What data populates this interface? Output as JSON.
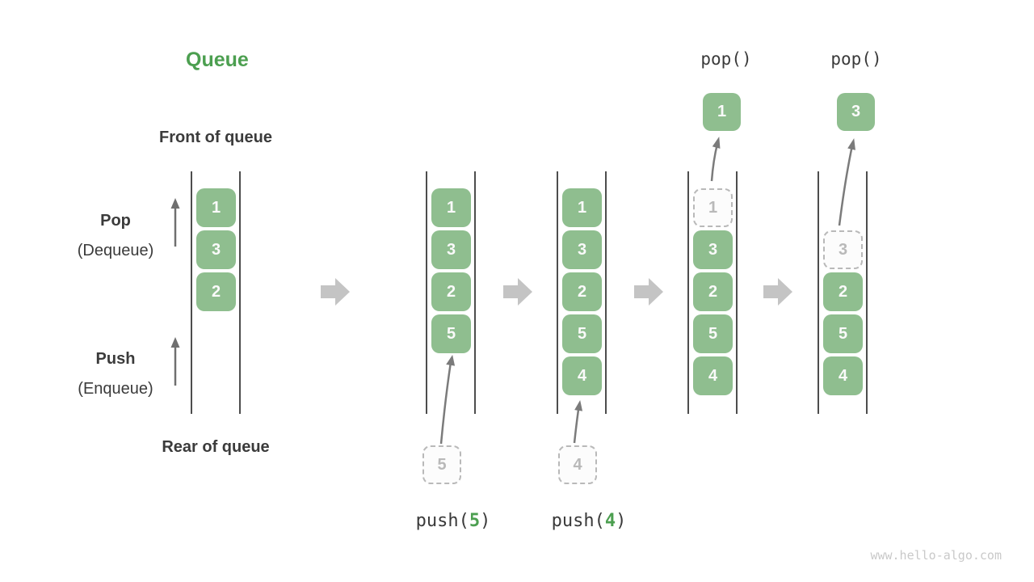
{
  "title": "Queue",
  "labels": {
    "front": "Front of queue",
    "rear": "Rear of queue",
    "pop": "Pop",
    "pop_alt": "(Dequeue)",
    "push": "Push",
    "push_alt": "(Enqueue)"
  },
  "states": [
    {
      "cells": [
        {
          "v": "1"
        },
        {
          "v": "3"
        },
        {
          "v": "2"
        }
      ]
    },
    {
      "cells": [
        {
          "v": "1"
        },
        {
          "v": "3"
        },
        {
          "v": "2"
        },
        {
          "v": "5"
        }
      ]
    },
    {
      "cells": [
        {
          "v": "1"
        },
        {
          "v": "3"
        },
        {
          "v": "2"
        },
        {
          "v": "5"
        },
        {
          "v": "4"
        }
      ]
    },
    {
      "cells": [
        {
          "v": "1",
          "ghost": true
        },
        {
          "v": "3"
        },
        {
          "v": "2"
        },
        {
          "v": "5"
        },
        {
          "v": "4"
        }
      ]
    },
    {
      "cells": [
        {
          "v": "3",
          "ghost": true
        },
        {
          "v": "2"
        },
        {
          "v": "5"
        },
        {
          "v": "4"
        }
      ]
    }
  ],
  "pops": [
    {
      "label": "pop()",
      "value": "1"
    },
    {
      "label": "pop()",
      "value": "3"
    }
  ],
  "pushes": [
    {
      "prefix": "push(",
      "value": "5",
      "suffix": ")"
    },
    {
      "prefix": "push(",
      "value": "4",
      "suffix": ")"
    }
  ],
  "watermark": "www.hello-algo.com",
  "colors": {
    "box_green": "#8fbe8f",
    "title_green": "#4c9f50",
    "text_dark": "#3b3b3b",
    "block_arrow_gray": "#c4c4c4",
    "thin_arrow_gray": "#7b7b7b",
    "ghost_gray": "#b9b9b9"
  }
}
